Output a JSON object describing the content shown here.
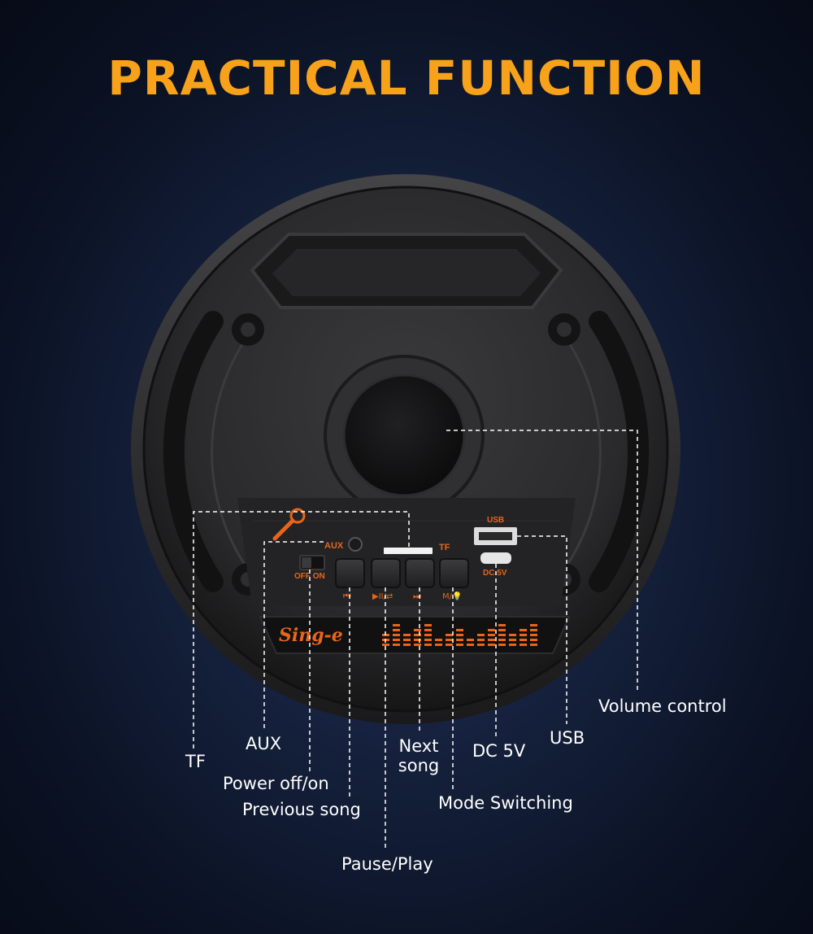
{
  "heading": "PRACTICAL FUNCTION",
  "panel": {
    "aux": "AUX",
    "tf": "TF",
    "usb": "USB",
    "dc": "DC 5V",
    "off_on": "OFF ON",
    "btn_prev": "⏮",
    "btn_play": "▶II/⇄",
    "btn_next": "⏭",
    "btn_mode": "M/💡",
    "brand": "Sing-e"
  },
  "callouts": {
    "tf": "TF",
    "aux": "AUX",
    "power": "Power off/on",
    "previous": "Previous song",
    "pause_play": "Pause/Play",
    "next_line1": "Next",
    "next_line2": "song",
    "dc5v": "DC 5V",
    "mode": "Mode Switching",
    "usb": "USB",
    "volume": "Volume control"
  },
  "colors": {
    "accent": "#f7a21a",
    "panel_orange": "#e8651a",
    "speaker_body": "#2b2b2d",
    "label_text": "#ffffff"
  }
}
